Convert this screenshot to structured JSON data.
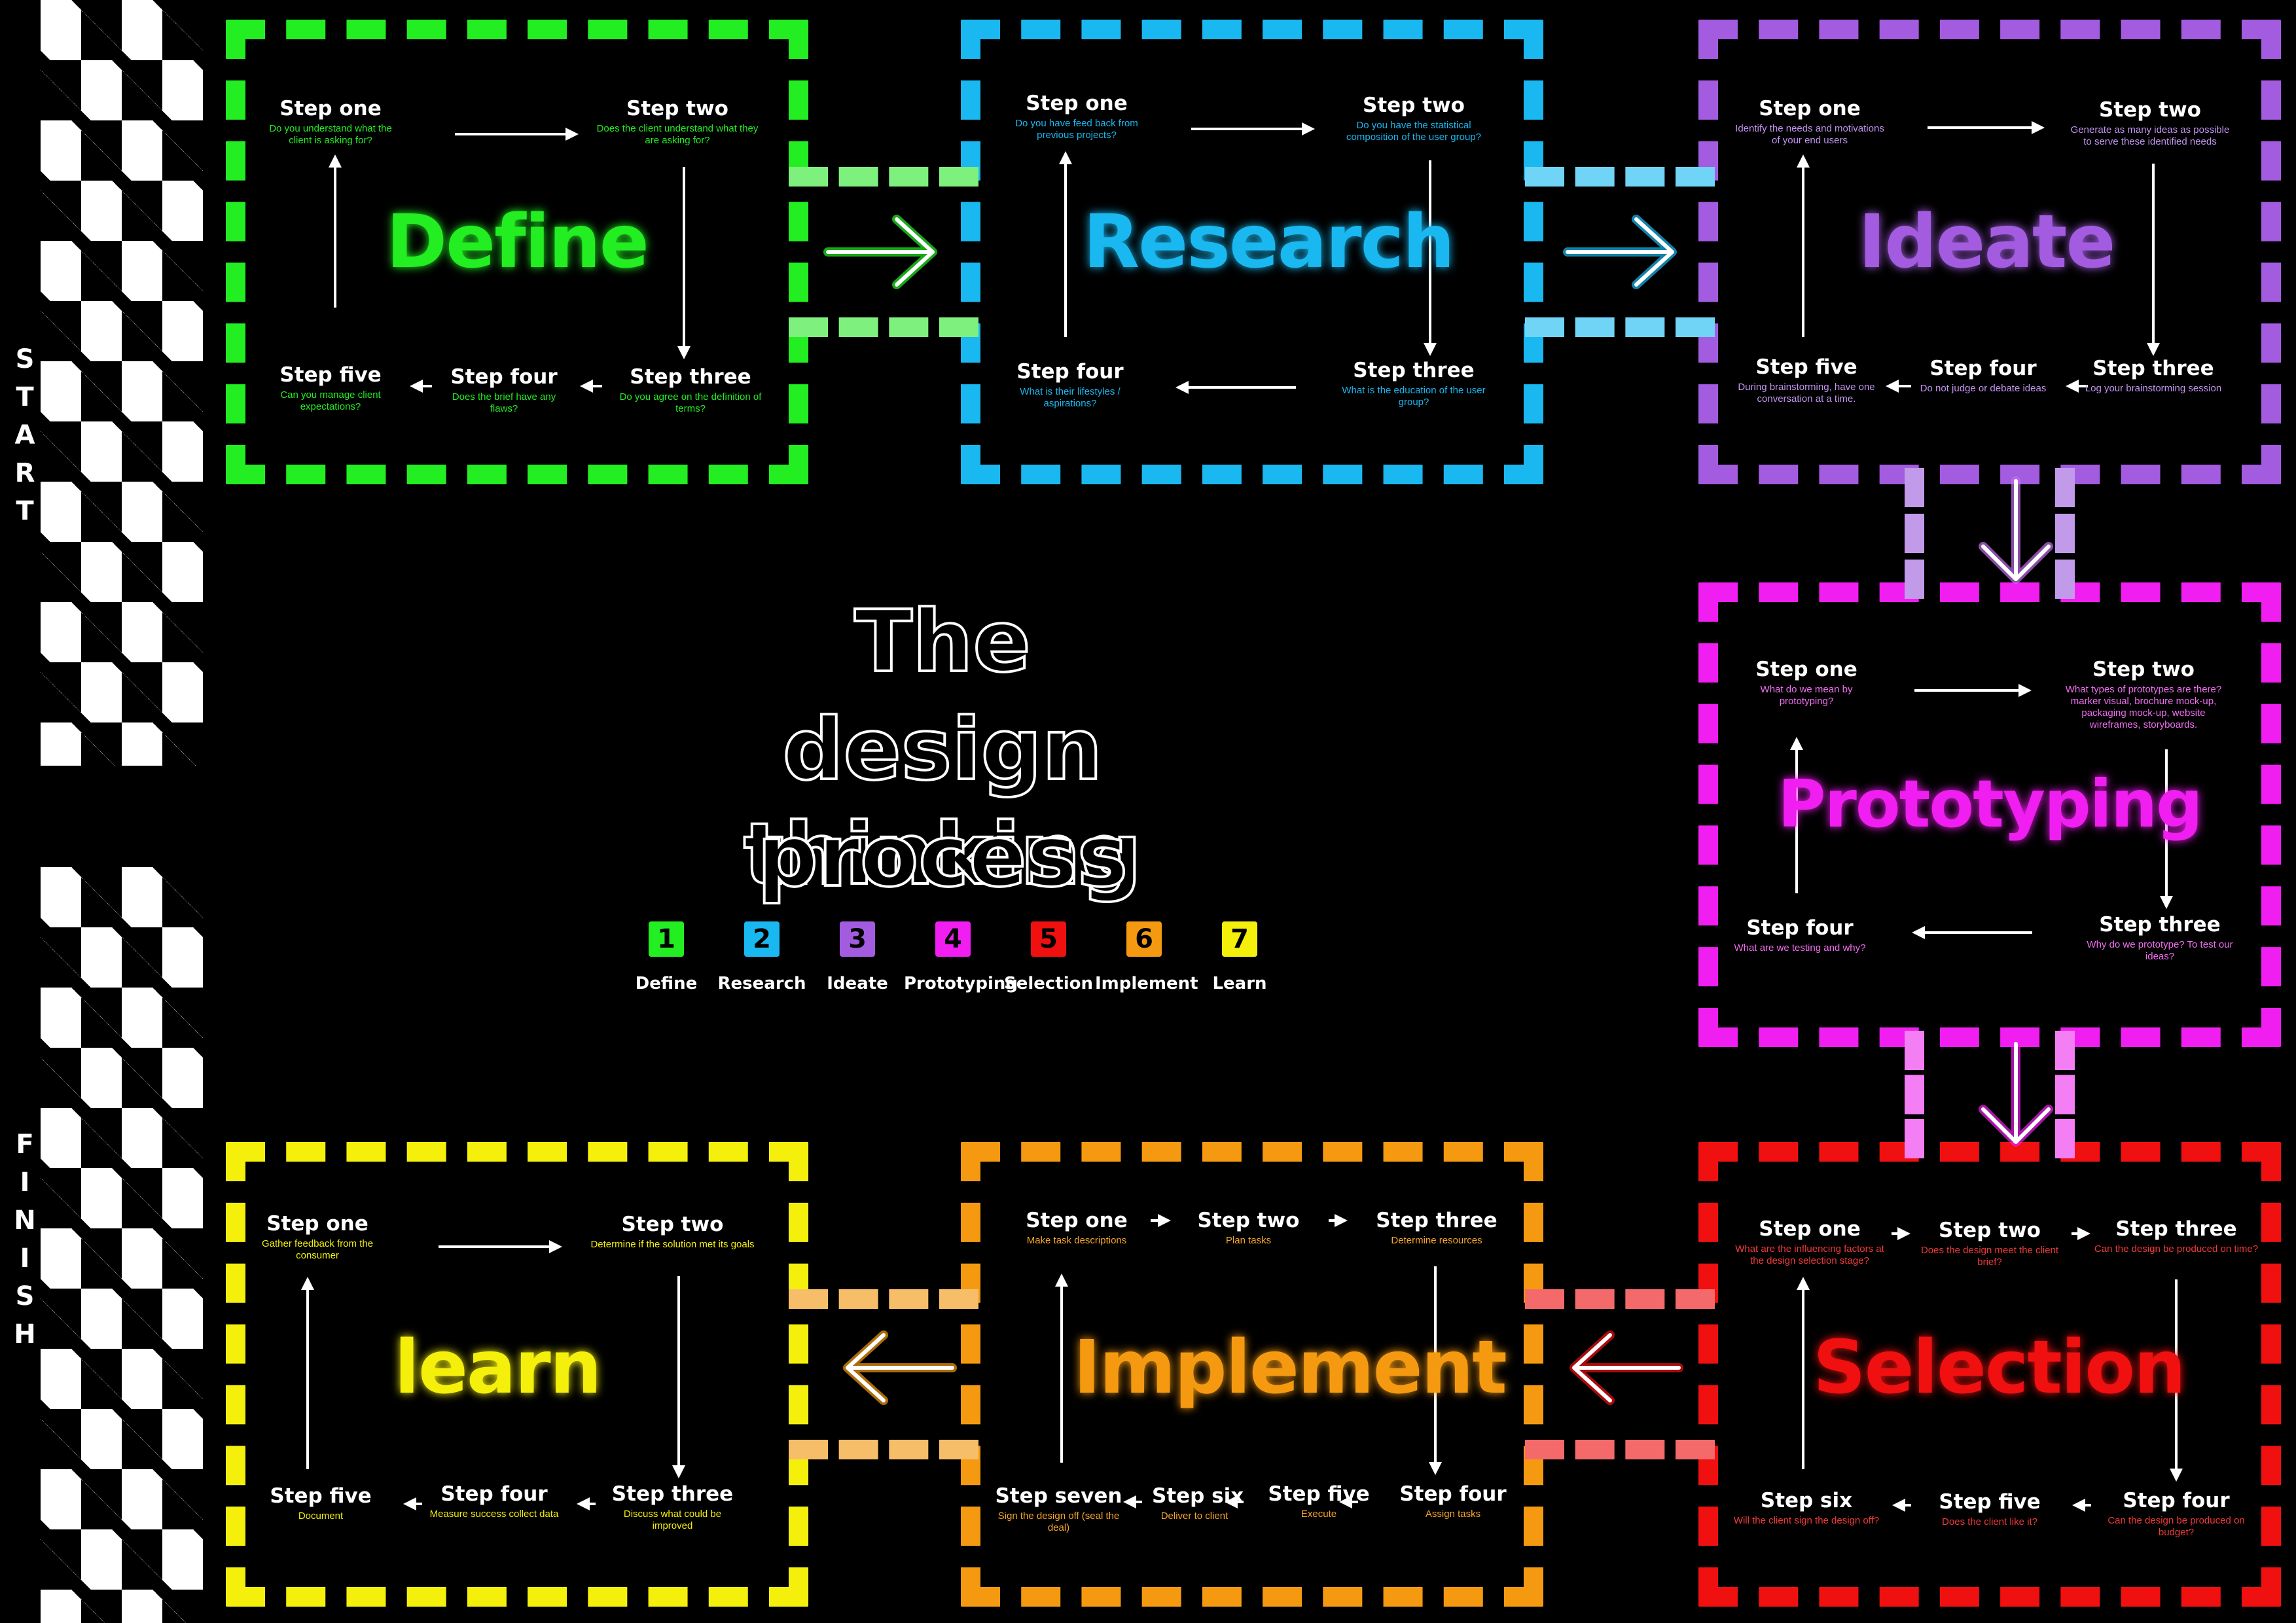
{
  "side": {
    "start": "START",
    "finish": "FINISH"
  },
  "main_title": {
    "line1": "The",
    "line2": "design thinking",
    "line3": "process"
  },
  "colors": {
    "define": "#22ee22",
    "research": "#1ab8f0",
    "ideate": "#a35ce0",
    "prototyping": "#f01ef0",
    "selection": "#f01010",
    "implement": "#f59a10",
    "learn": "#f4f00c"
  },
  "legend": [
    {
      "num": "1",
      "label": "Define"
    },
    {
      "num": "2",
      "label": "Research"
    },
    {
      "num": "3",
      "label": "Ideate"
    },
    {
      "num": "4",
      "label": "Prototyping"
    },
    {
      "num": "5",
      "label": "Selection"
    },
    {
      "num": "6",
      "label": "Implement"
    },
    {
      "num": "7",
      "label": "Learn"
    }
  ],
  "define": {
    "title": "Define",
    "s1": {
      "h": "Step one",
      "d": "Do you understand what the client is asking for?"
    },
    "s2": {
      "h": "Step two",
      "d": "Does the client understand what they are asking for?"
    },
    "s3": {
      "h": "Step three",
      "d": "Do you agree on the definition of terms?"
    },
    "s4": {
      "h": "Step four",
      "d": "Does the brief have any flaws?"
    },
    "s5": {
      "h": "Step five",
      "d": "Can you manage client expectations?"
    }
  },
  "research": {
    "title": "Research",
    "s1": {
      "h": "Step one",
      "d": "Do you have feed back from previous projects?"
    },
    "s2": {
      "h": "Step two",
      "d": "Do you have the statistical composition of the user group?"
    },
    "s3": {
      "h": "Step three",
      "d": "What is the education of the user group?"
    },
    "s4": {
      "h": "Step four",
      "d": "What is their lifestyles / aspirations?"
    }
  },
  "ideate": {
    "title": "Ideate",
    "s1": {
      "h": "Step one",
      "d": "Identify the needs and motivations of your end users"
    },
    "s2": {
      "h": "Step two",
      "d": "Generate as many ideas as possible to serve these identified needs"
    },
    "s3": {
      "h": "Step three",
      "d": "Log your brainstorming session"
    },
    "s4": {
      "h": "Step four",
      "d": "Do not judge or debate ideas"
    },
    "s5": {
      "h": "Step five",
      "d": "During brainstorming, have one conversation at a time."
    }
  },
  "prototyping": {
    "title": "Prototyping",
    "s1": {
      "h": "Step one",
      "d": "What do we mean by prototyping?"
    },
    "s2": {
      "h": "Step two",
      "d": "What types of prototypes are there? marker visual, brochure mock-up, packaging mock-up, website wireframes, storyboards."
    },
    "s3": {
      "h": "Step three",
      "d": "Why do we prototype? To test our ideas?"
    },
    "s4": {
      "h": "Step four",
      "d": "What are we testing and why?"
    }
  },
  "selection": {
    "title": "Selection",
    "s1": {
      "h": "Step one",
      "d": "What are the influencing factors at the design selection stage?"
    },
    "s2": {
      "h": "Step two",
      "d": "Does the design meet the client brief?"
    },
    "s3": {
      "h": "Step three",
      "d": "Can the design be produced on time?"
    },
    "s4": {
      "h": "Step four",
      "d": "Can the design be produced on budget?"
    },
    "s5": {
      "h": "Step five",
      "d": "Does the client like it?"
    },
    "s6": {
      "h": "Step six",
      "d": "Will the client sign the design off?"
    }
  },
  "implement": {
    "title": "Implement",
    "s1": {
      "h": "Step one",
      "d": "Make task descriptions"
    },
    "s2": {
      "h": "Step two",
      "d": "Plan tasks"
    },
    "s3": {
      "h": "Step three",
      "d": "Determine resources"
    },
    "s4": {
      "h": "Step four",
      "d": "Assign tasks"
    },
    "s5": {
      "h": "Step five",
      "d": "Execute"
    },
    "s6": {
      "h": "Step six",
      "d": "Deliver to client"
    },
    "s7": {
      "h": "Step seven",
      "d": "Sign the design off (seal the deal)"
    }
  },
  "learn": {
    "title": "learn",
    "s1": {
      "h": "Step one",
      "d": "Gather feedback from the consumer"
    },
    "s2": {
      "h": "Step two",
      "d": "Determine if the solution met its goals"
    },
    "s3": {
      "h": "Step three",
      "d": "Discuss what could be improved"
    },
    "s4": {
      "h": "Step four",
      "d": "Measure success collect data"
    },
    "s5": {
      "h": "Step five",
      "d": "Document"
    }
  }
}
